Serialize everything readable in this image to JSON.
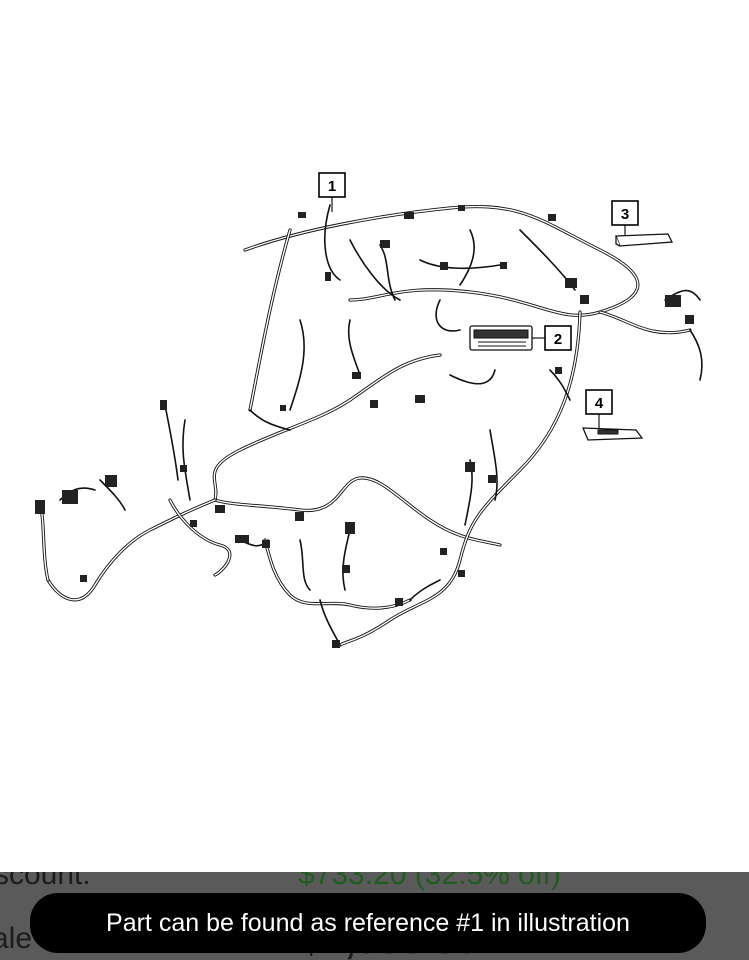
{
  "diagram": {
    "callouts": [
      {
        "number": "1"
      },
      {
        "number": "2"
      },
      {
        "number": "3"
      },
      {
        "number": "4"
      }
    ]
  },
  "background_listing": {
    "discount_label": "scount:",
    "discount_value": "$733.20 (32.5% off)",
    "sale_label": "ale Price:",
    "sale_value": "$1,536.80"
  },
  "toast": {
    "message": "Part can be found as reference #1 in illustration"
  }
}
